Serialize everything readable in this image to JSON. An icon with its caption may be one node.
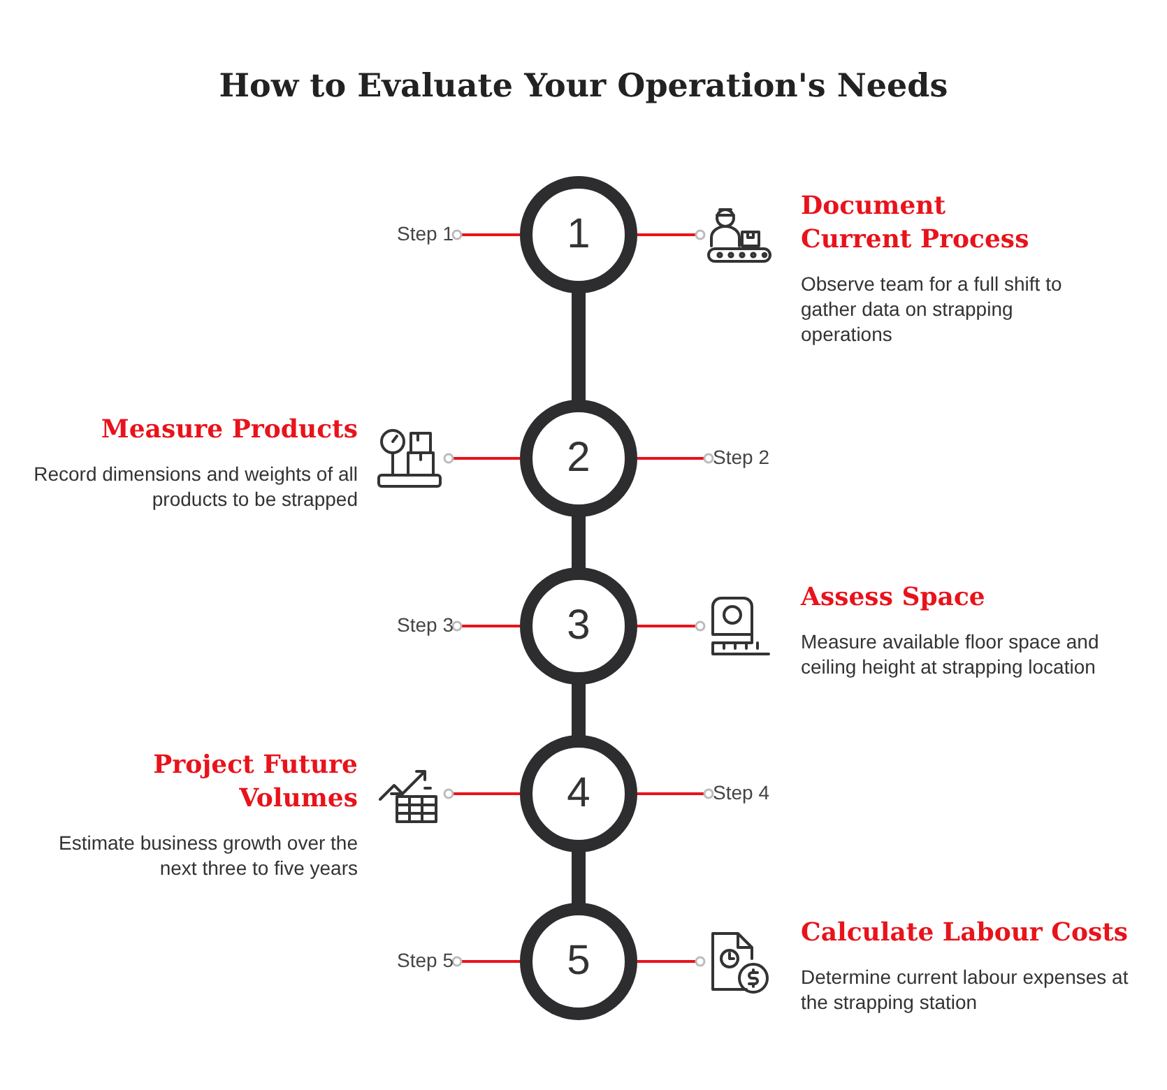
{
  "diagram": {
    "title": "How to Evaluate Your Operation's Needs",
    "nodes": [
      {
        "text": [
          "Step 1"
        ]
      },
      {
        "text": [
          "1"
        ]
      },
      {
        "text": [],
        "shape": "person",
        "beside": [
          "Document Current Process",
          "Observe team for a full shift to gather data on strapping operations"
        ]
      },
      {
        "text": [],
        "shape": "scale",
        "beside": [
          "Measure Products",
          "Record dimensions and weights of all products to be strapped"
        ]
      },
      {
        "text": [
          "2"
        ]
      },
      {
        "text": [
          "Step 2"
        ]
      },
      {
        "text": [
          "Step 3"
        ]
      },
      {
        "text": [
          "3"
        ]
      },
      {
        "text": [],
        "shape": "tape",
        "beside": [
          "Assess Space",
          "Measure available floor space and ceiling height at strapping location"
        ]
      },
      {
        "text": [],
        "shape": "chart",
        "beside": [
          "Project Future Volumes",
          "Estimate business growth over the next three to five years"
        ]
      },
      {
        "text": [
          "4"
        ]
      },
      {
        "text": [
          "Step 4"
        ]
      },
      {
        "text": [
          "Step 5"
        ]
      },
      {
        "text": [
          "5"
        ]
      },
      {
        "text": [],
        "shape": "document",
        "beside": [
          "Calculate Labour Costs",
          "Determine current labour expenses at the strapping station"
        ]
      }
    ],
    "edges": [
      {
        "from": 1,
        "to": 0,
        "arrow": "other"
      },
      {
        "from": 1,
        "to": 2,
        "arrow": "other"
      },
      {
        "from": 1,
        "to": 4,
        "arrow": "none",
        "style": "thick",
        "color": "#2d2d30"
      },
      {
        "from": 4,
        "to": 3,
        "arrow": "other"
      },
      {
        "from": 4,
        "to": 5,
        "arrow": "other"
      },
      {
        "from": 4,
        "to": 7,
        "arrow": "none",
        "style": "thick",
        "color": "#2d2d30"
      },
      {
        "from": 7,
        "to": 6,
        "arrow": "other"
      },
      {
        "from": 7,
        "to": 8,
        "arrow": "other"
      },
      {
        "from": 7,
        "to": 10,
        "arrow": "none",
        "style": "thick",
        "color": "#2d2d30"
      },
      {
        "from": 10,
        "to": 9,
        "arrow": "other"
      },
      {
        "from": 10,
        "to": 11,
        "arrow": "other"
      },
      {
        "from": 10,
        "to": 13,
        "arrow": "none",
        "style": "thick",
        "color": "#2d2d30"
      },
      {
        "from": 13,
        "to": 12,
        "arrow": "other"
      },
      {
        "from": 13,
        "to": 14,
        "arrow": "other"
      }
    ]
  }
}
